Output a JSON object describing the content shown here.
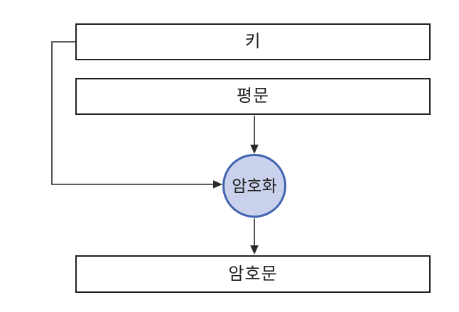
{
  "diagram": {
    "description": "encryption-process-flow",
    "nodes": {
      "key_box": {
        "label": "키",
        "shape": "rectangle"
      },
      "plaintext_box": {
        "label": "평문",
        "shape": "rectangle"
      },
      "encrypt_circle": {
        "label": "암호화",
        "shape": "circle"
      },
      "ciphertext_box": {
        "label": "암호문",
        "shape": "rectangle"
      }
    },
    "connections": [
      {
        "from": "key_box",
        "to": "encrypt_circle",
        "style": "elbow-left-then-right-arrow"
      },
      {
        "from": "plaintext_box",
        "to": "encrypt_circle",
        "style": "straight-down-arrow"
      },
      {
        "from": "encrypt_circle",
        "to": "ciphertext_box",
        "style": "straight-down-arrow"
      }
    ]
  },
  "colors": {
    "background": "#ffffff",
    "box-border": "#231f20",
    "text": "#231f20",
    "arrow": "#2b2828",
    "circle-fill": "#c9d1ec",
    "circle-stroke": "#4164af"
  }
}
